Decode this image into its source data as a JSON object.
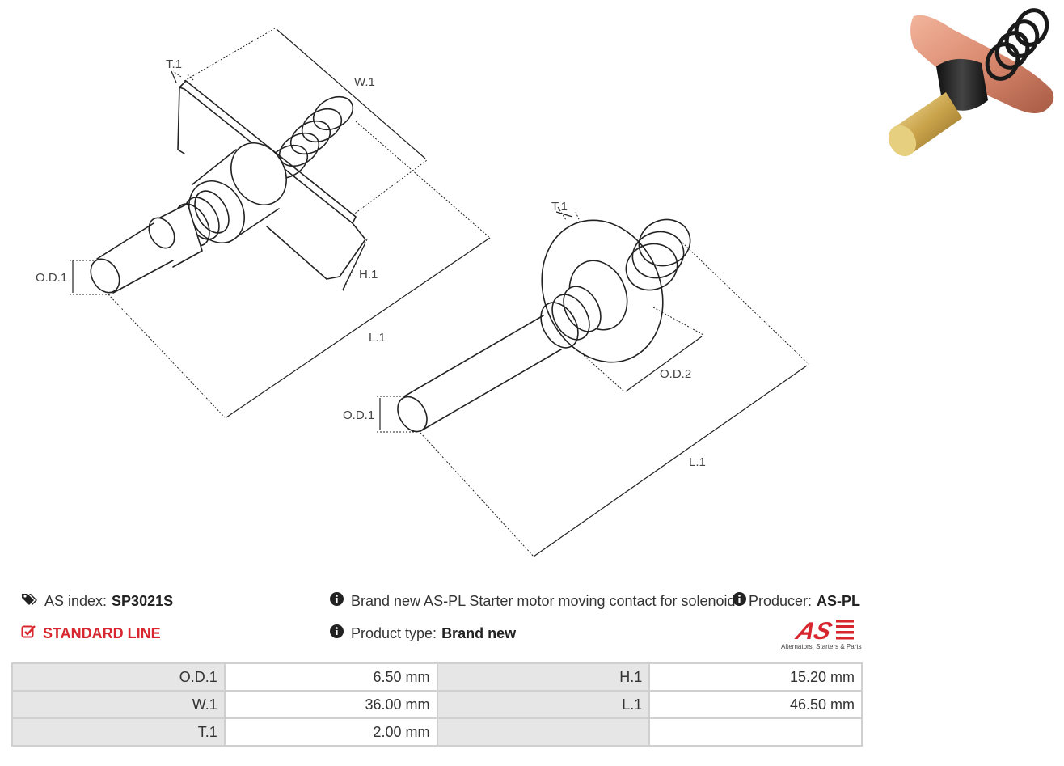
{
  "drawing": {
    "labels": {
      "t1_a": "T.1",
      "w1": "W.1",
      "h1": "H.1",
      "od1_a": "O.D.1",
      "l1_a": "L.1",
      "t1_b": "T.1",
      "od2": "O.D.2",
      "od1_b": "O.D.1",
      "l1_b": "L.1"
    }
  },
  "info": {
    "as_index_label": "AS index:",
    "as_index_value": "SP3021S",
    "line": "STANDARD LINE",
    "description": "Brand new AS-PL Starter motor moving contact for solenoid",
    "producer_label": "Producer:",
    "producer_value": "AS-PL",
    "product_type_label": "Product type:",
    "product_type_value": "Brand new"
  },
  "logo": {
    "mark": "AS",
    "tagline": "Alternators, Starters & Parts"
  },
  "specs": [
    [
      "O.D.1",
      "6.50 mm",
      "H.1",
      "15.20 mm"
    ],
    [
      "W.1",
      "36.00 mm",
      "L.1",
      "46.50 mm"
    ],
    [
      "T.1",
      "2.00 mm",
      "",
      ""
    ]
  ],
  "colors": {
    "accent_red": "#d7262e",
    "cell_grey": "#e6e6e6",
    "border_grey": "#d0d0d0"
  },
  "icons": [
    "tags-icon",
    "info-icon",
    "checkbox-icon"
  ]
}
